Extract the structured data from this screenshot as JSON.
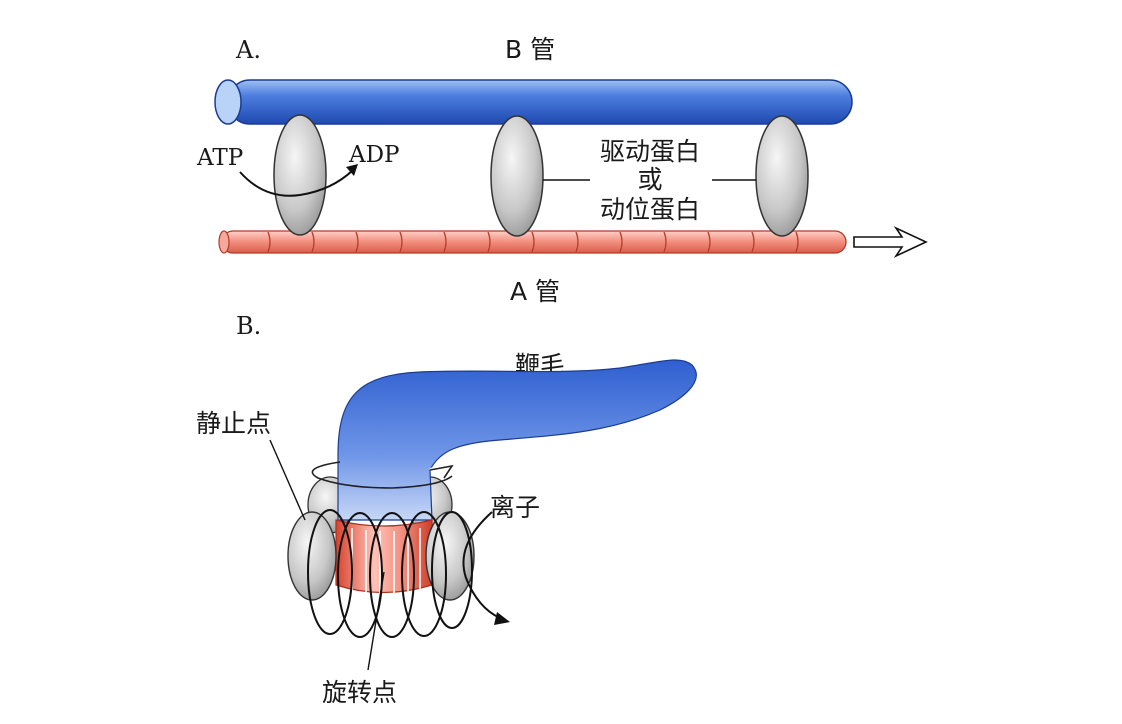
{
  "panel_a": {
    "letter": "A.",
    "b_tube_label": "B 管",
    "a_tube_label": "A 管",
    "atp_label": "ATP",
    "adp_label": "ADP",
    "motor_line1": "驱动蛋白",
    "motor_line2": "或",
    "motor_line3": "动位蛋白"
  },
  "panel_b": {
    "letter": "B.",
    "flagellum_label": "鞭毛",
    "stator_label": "静止点",
    "ion_label": "离子",
    "rotor_label": "旋转点"
  },
  "colors": {
    "blue_tube": "#3a6fd8",
    "red_tube": "#f08a7c",
    "motor_gray": "#c9c9c9",
    "rotor_red": "#e8503d"
  }
}
